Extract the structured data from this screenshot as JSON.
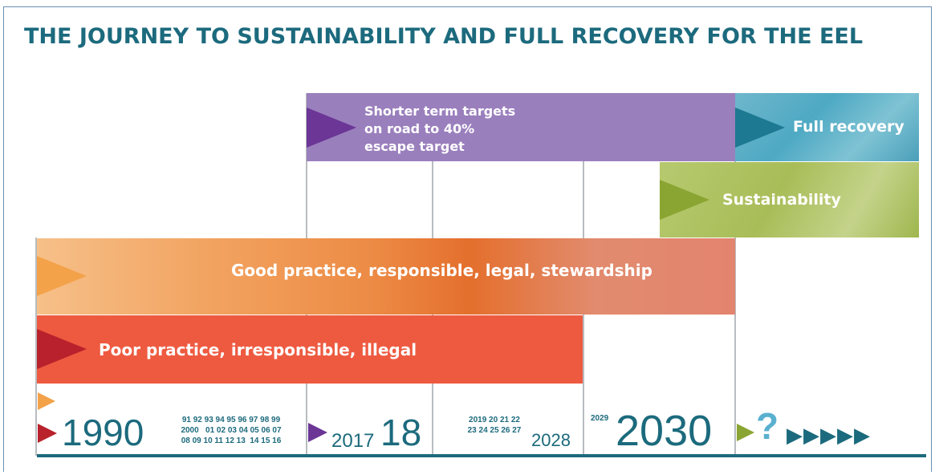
{
  "title": "THE JOURNEY TO SUSTAINABILITY AND FULL RECOVERY FOR THE EEL",
  "colors": {
    "title": "#1c6a7d",
    "purple_band": "#9a7fbd",
    "blue_band": "#4ea9c3",
    "green_band": "#a8bd58",
    "orange_band": "#ec8b45",
    "red_band": "#ee5a40",
    "baseline": "#1c6a7d"
  },
  "bands": {
    "shorter_term": "Shorter term targets\non road to 40%\nescape target",
    "full_recovery": "Full recovery",
    "sustainability": "Sustainability",
    "good_practice": "Good practice, responsible, legal, stewardship",
    "poor_practice": "Poor practice, irresponsible, illegal"
  },
  "timeline": {
    "y1990": "1990",
    "years_1991_2016": "91 92 93 94 95 96 97 98 99\n2000   01 02 03 04 05 06 07\n08 09 10 11 12 13  14 15 16",
    "y2017": "2017",
    "y18": "18",
    "years_2019_2027": "2019 20 21 22\n23 24 25 26 27",
    "y2028": "2028",
    "y2029": "2029",
    "y2030": "2030",
    "unknown": "?",
    "future_arrows": "▶▶▶▶▶"
  }
}
